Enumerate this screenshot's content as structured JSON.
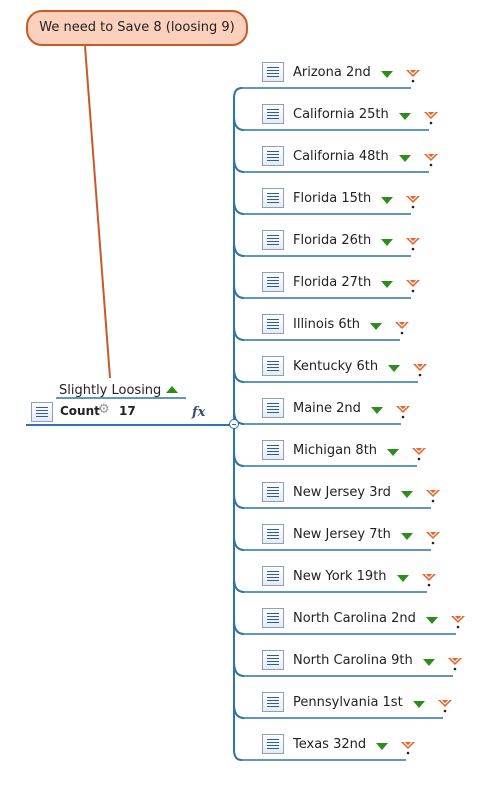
{
  "callout": {
    "text": "We need to Save 8 (loosing 9)"
  },
  "root": {
    "title": "Slightly Loosing",
    "count_label": "Count",
    "count_value": "17",
    "fx_label": "fx"
  },
  "nodes": [
    {
      "label": "Arizona 2nd"
    },
    {
      "label": "California 25th"
    },
    {
      "label": "California 48th"
    },
    {
      "label": "Florida 15th"
    },
    {
      "label": "Florida 26th"
    },
    {
      "label": "Florida 27th"
    },
    {
      "label": "Illinois 6th"
    },
    {
      "label": "Kentucky 6th"
    },
    {
      "label": "Maine 2nd"
    },
    {
      "label": "Michigan 8th"
    },
    {
      "label": "New Jersey 3rd"
    },
    {
      "label": "New Jersey 7th"
    },
    {
      "label": "New York 19th"
    },
    {
      "label": "North Carolina 2nd"
    },
    {
      "label": "North Carolina 9th"
    },
    {
      "label": "Pennsylvania 1st"
    },
    {
      "label": "Texas 32nd"
    }
  ],
  "colors": {
    "connector": "#2e73ad",
    "callout_border": "#c85a28",
    "callout_fill": "#fbd1bd",
    "arrow": "#2e8b1e",
    "flag": "#e8622a"
  }
}
